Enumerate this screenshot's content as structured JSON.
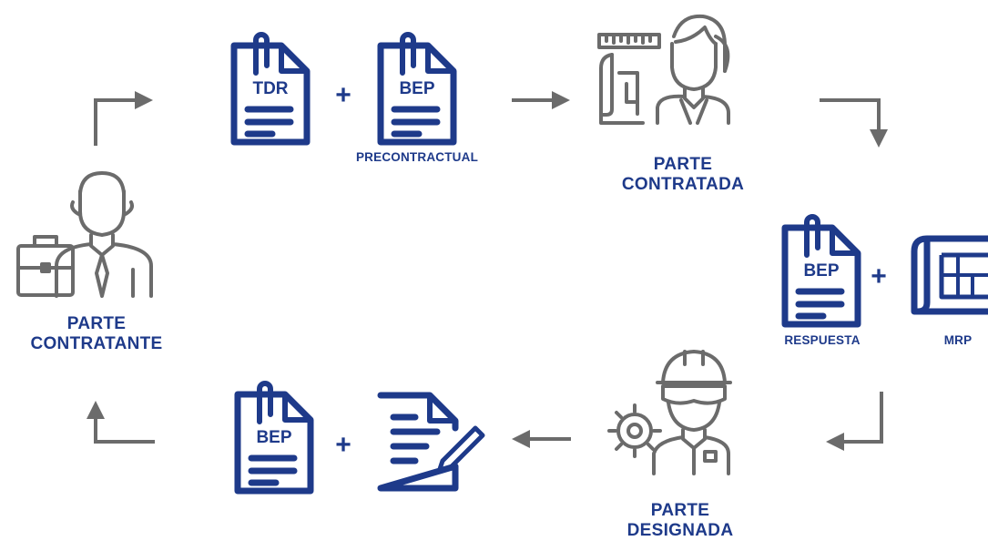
{
  "colors": {
    "blue": "#1e3a8a",
    "gray": "#6b6b6b",
    "background": "#ffffff"
  },
  "actors": {
    "contratante": {
      "line1": "PARTE",
      "line2": "CONTRATANTE",
      "icon": "businessman-briefcase-icon"
    },
    "contratada": {
      "line1": "PARTE",
      "line2": "CONTRATADA",
      "icon": "woman-architect-icon"
    },
    "designada": {
      "line1": "PARTE",
      "line2": "DESIGNADA",
      "icon": "engineer-hardhat-gear-icon"
    }
  },
  "documents": {
    "top": {
      "doc1": "TDR",
      "plus": "+",
      "doc2": "BEP",
      "caption": "PRECONTRACTUAL"
    },
    "right": {
      "doc1": "BEP",
      "plus": "+",
      "caption1": "RESPUESTA",
      "caption2": "MRP",
      "icon2": "blueprint-plan-icon"
    },
    "bottom": {
      "doc1": "BEP",
      "plus": "+",
      "icon2": "contract-signing-icon"
    }
  }
}
